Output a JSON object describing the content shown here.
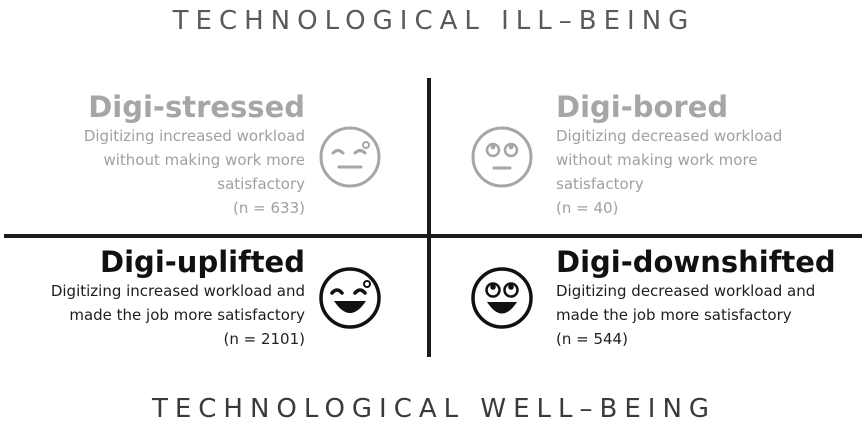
{
  "axes": {
    "top": "TECHNOLOGICAL ILL–BEING",
    "bottom": "TECHNOLOGICAL WELL–BEING"
  },
  "quadrants": {
    "stressed": {
      "title": "Digi-stressed",
      "lines": [
        "Digitizing increased workload",
        "without making work more",
        "satisfactory"
      ],
      "n": "(n = 633)",
      "icon": "winking-tired-face-icon"
    },
    "bored": {
      "title": "Digi-bored",
      "lines": [
        "Digitizing decreased workload",
        "without making work more",
        "satisfactory"
      ],
      "n": "(n = 40)",
      "icon": "eye-roll-face-icon"
    },
    "uplifted": {
      "title": "Digi-uplifted",
      "lines": [
        "Digitizing increased workload and",
        "made the job more satisfactory"
      ],
      "n": "(n = 2101)",
      "icon": "laughing-face-icon"
    },
    "downshifted": {
      "title": "Digi-downshifted",
      "lines": [
        "Digitizing decreased workload and",
        "made the job more satisfactory"
      ],
      "n": "(n = 544)",
      "icon": "grinning-eyes-up-face-icon"
    }
  },
  "colors": {
    "faded": "#a6a6a6",
    "strong": "#111111",
    "divider": "#1a1a1a"
  }
}
